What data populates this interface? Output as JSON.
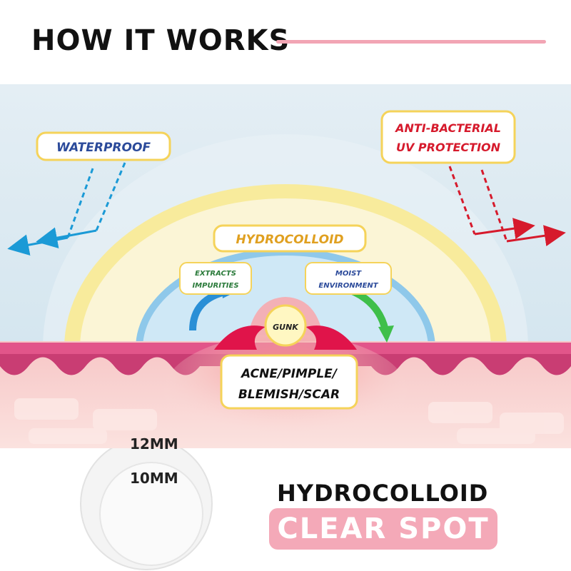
{
  "header": {
    "title": "HOW IT WORKS"
  },
  "diagram": {
    "waterproof": "WATERPROOF",
    "antibacterial_line1": "ANTI-BACTERIAL",
    "antibacterial_line2": "UV PROTECTION",
    "hydrocolloid": "HYDROCOLLOID",
    "extracts_line1": "EXTRACTS",
    "extracts_line2": "IMPURITIES",
    "moist_line1": "MOIST",
    "moist_line2": "ENVIRONMENT",
    "gunk": "GUNK",
    "acne_line1": "ACNE/PIMPLE/",
    "acne_line2": "BLEMISH/SCAR"
  },
  "product": {
    "size_large": "12MM",
    "size_small": "10MM",
    "name": "HYDROCOLLOID",
    "badge": "CLEAR SPOT"
  },
  "colors": {
    "accent_pink": "#f4a9b8",
    "waterproof_blue": "#2a6fd6",
    "antibacterial_red": "#d61a2c",
    "hydrocolloid_yellow": "#f5e27a"
  }
}
